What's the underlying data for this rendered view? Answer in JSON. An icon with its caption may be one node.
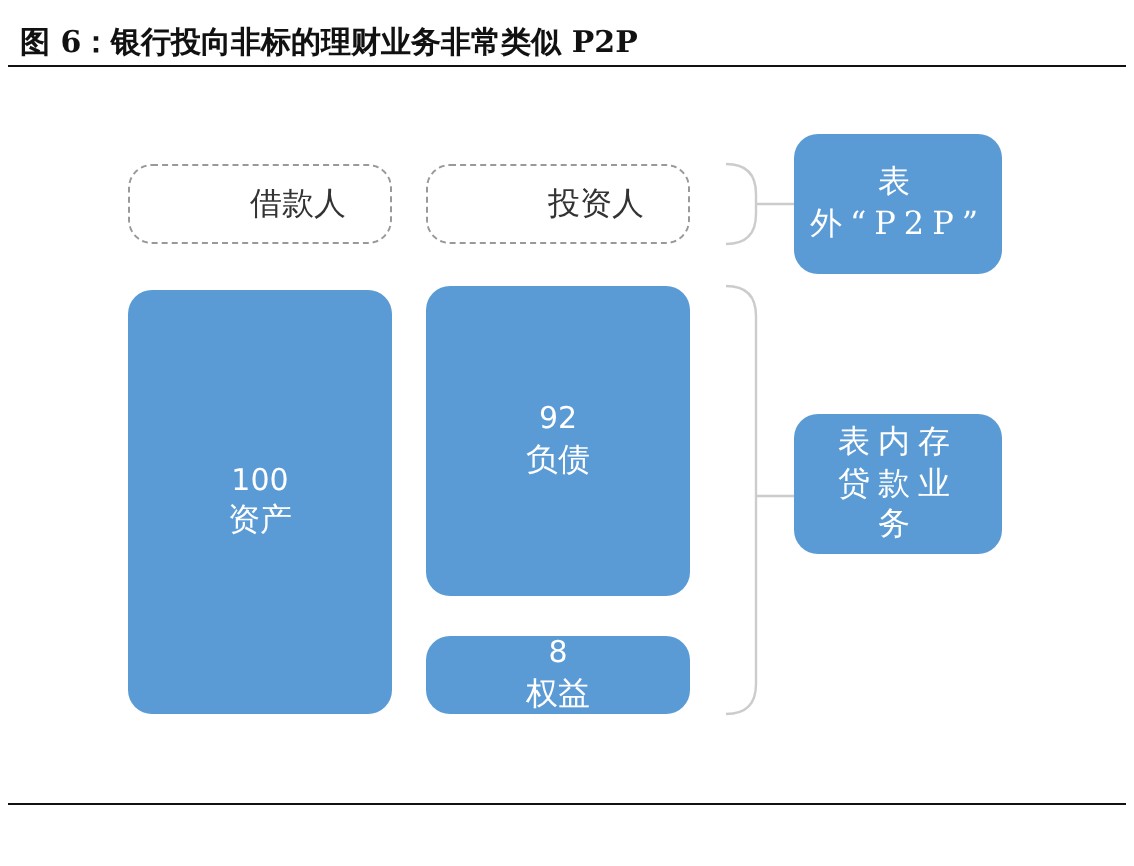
{
  "diagram": {
    "title": "图 6：银行投向非标的理财业务非常类似 P2P",
    "nodes": [
      {
        "text": [
          "借款人"
        ]
      },
      {
        "text": [
          "投资人"
        ]
      },
      {
        "text": [
          "表外“P2P”"
        ]
      },
      {
        "text": [
          "100",
          "资产"
        ]
      },
      {
        "text": [
          "92",
          "负债"
        ]
      },
      {
        "text": [
          "8",
          "权益"
        ]
      },
      {
        "text": [
          "表内存贷款业务"
        ]
      }
    ],
    "edges": []
  }
}
